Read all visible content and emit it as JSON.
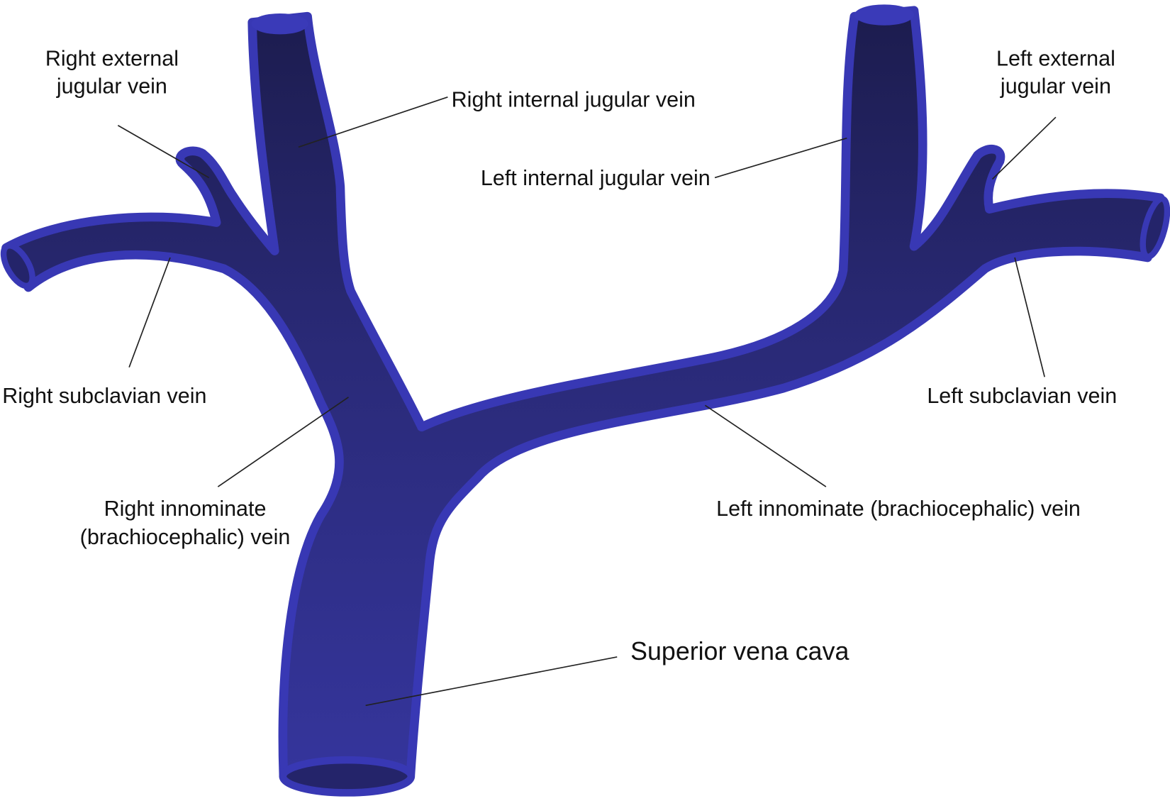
{
  "diagram": {
    "colors": {
      "vein_outline": "#3838b4",
      "vein_dark": "#1c1c4e",
      "vein_mid": "#35359c",
      "leader": "#222222"
    },
    "labels": {
      "right_external_jugular": [
        "Right external",
        "jugular vein"
      ],
      "right_internal_jugular": "Right internal jugular vein",
      "left_internal_jugular": "Left internal jugular vein",
      "left_external_jugular": [
        "Left external",
        "jugular vein"
      ],
      "right_subclavian": "Right subclavian vein",
      "left_subclavian": "Left subclavian vein",
      "right_innominate": [
        "Right innominate",
        "(brachiocephalic) vein"
      ],
      "left_innominate": "Left innominate (brachiocephalic) vein",
      "superior_vena_cava": "Superior vena cava"
    }
  }
}
